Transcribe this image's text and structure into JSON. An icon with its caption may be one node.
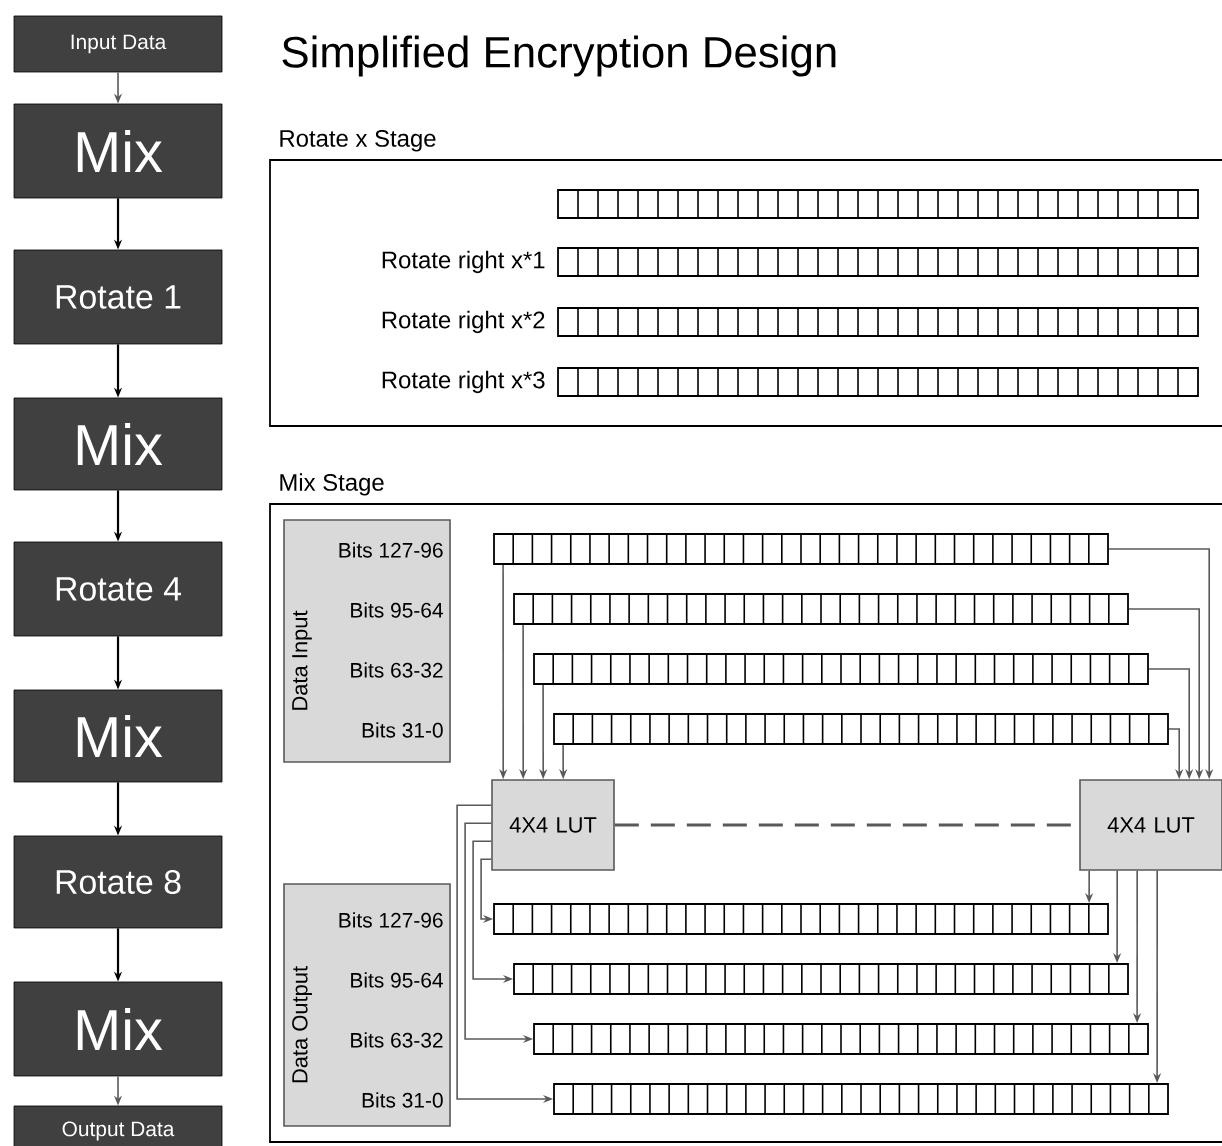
{
  "diagram": {
    "title": "Simplified Encryption Design",
    "nodes": [
      {
        "text": [
          "Input Data"
        ]
      },
      {
        "text": [
          "Mix"
        ]
      },
      {
        "text": [
          "Rotate 1"
        ]
      },
      {
        "text": [
          "Mix"
        ]
      },
      {
        "text": [
          "Rotate 4"
        ]
      },
      {
        "text": [
          "Mix"
        ]
      },
      {
        "text": [
          "Rotate 8"
        ]
      },
      {
        "text": [
          "Mix"
        ]
      },
      {
        "text": [
          "Output Data"
        ]
      },
      {
        "text": [
          "Rotate x Stage"
        ]
      },
      {
        "text": [],
        "shape": "bar",
        "in": 9
      },
      {
        "text": [],
        "shape": "bar",
        "in": 9,
        "beside": [
          "Rotate right x*1"
        ]
      },
      {
        "text": [],
        "shape": "bar",
        "in": 9,
        "beside": [
          "Rotate right x*2"
        ]
      },
      {
        "text": [],
        "shape": "bar",
        "in": 9,
        "beside": [
          "Rotate right x*3"
        ]
      },
      {
        "text": [
          "Mix Stage"
        ]
      },
      {
        "text": [
          "Data Input",
          "Bits 127-96",
          "Bits 95-64",
          "Bits 63-32",
          "Bits 31-0"
        ],
        "in": 14
      },
      {
        "text": [],
        "shape": "bar",
        "in": 14
      },
      {
        "text": [],
        "shape": "bar",
        "in": 14
      },
      {
        "text": [],
        "shape": "bar",
        "in": 14
      },
      {
        "text": [],
        "shape": "bar",
        "in": 14
      },
      {
        "text": [
          "4X4 LUT"
        ],
        "in": 14
      },
      {
        "text": [
          "4X4 LUT"
        ],
        "in": 14
      },
      {
        "text": [
          "Data Output",
          "Bits 127-96",
          "Bits 95-64",
          "Bits 63-32",
          "Bits 31-0"
        ],
        "in": 14
      },
      {
        "text": [],
        "shape": "bar",
        "in": 14
      },
      {
        "text": [],
        "shape": "bar",
        "in": 14
      },
      {
        "text": [],
        "shape": "bar",
        "in": 14
      },
      {
        "text": [],
        "shape": "bar",
        "in": 14
      }
    ],
    "edges": [
      {
        "from": 0,
        "to": 1,
        "arrow": "to"
      },
      {
        "from": 1,
        "to": 2,
        "arrow": "to",
        "color": "#000000"
      },
      {
        "from": 2,
        "to": 3,
        "arrow": "to",
        "color": "#000000"
      },
      {
        "from": 3,
        "to": 4,
        "arrow": "to",
        "color": "#000000"
      },
      {
        "from": 4,
        "to": 5,
        "arrow": "to",
        "color": "#000000"
      },
      {
        "from": 5,
        "to": 6,
        "arrow": "to",
        "color": "#000000"
      },
      {
        "from": 6,
        "to": 7,
        "arrow": "to",
        "color": "#000000"
      },
      {
        "from": 7,
        "to": 8,
        "arrow": "to"
      },
      {
        "from": 16,
        "to": 20,
        "arrow": "to"
      },
      {
        "from": 17,
        "to": 20,
        "arrow": "to"
      },
      {
        "from": 18,
        "to": 20,
        "arrow": "to"
      },
      {
        "from": 19,
        "to": 20,
        "arrow": "to"
      },
      {
        "from": 16,
        "to": 21,
        "arrow": "to"
      },
      {
        "from": 17,
        "to": 21,
        "arrow": "to"
      },
      {
        "from": 18,
        "to": 21,
        "arrow": "to"
      },
      {
        "from": 19,
        "to": 21,
        "arrow": "to"
      },
      {
        "from": 20,
        "to": 21,
        "arrow": "none",
        "style": "dashed"
      },
      {
        "from": 20,
        "to": 23,
        "arrow": "to"
      },
      {
        "from": 20,
        "to": 24,
        "arrow": "to"
      },
      {
        "from": 20,
        "to": 25,
        "arrow": "to"
      },
      {
        "from": 20,
        "to": 26,
        "arrow": "to"
      },
      {
        "from": 21,
        "to": 23,
        "arrow": "to"
      },
      {
        "from": 21,
        "to": 24,
        "arrow": "to"
      },
      {
        "from": 21,
        "to": 25,
        "arrow": "to"
      },
      {
        "from": 21,
        "to": 26,
        "arrow": "to"
      }
    ]
  }
}
